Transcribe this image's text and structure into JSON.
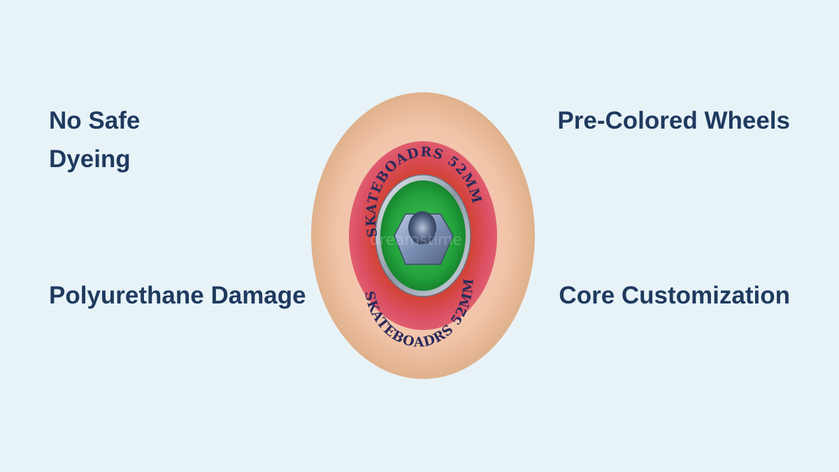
{
  "labels": {
    "top_left": "No Safe Dyeing",
    "top_right": "Pre-Colored Wheels",
    "bottom_left": "Polyurethane Damage",
    "bottom_right": "Core Customization"
  },
  "wheel": {
    "print_text": "SKATEBOADRS 52MM",
    "watermark": "dreamstime"
  },
  "colors": {
    "background": "#e8f3f8",
    "label_text": "#1f3a5f",
    "wheel_outer": "#e7c3a3",
    "wheel_band": "#d94a5c",
    "wheel_core": "#1f9a3a",
    "wheel_print": "#2a2a5a"
  },
  "icons": [
    "skateboard-wheel-icon",
    "hex-nut-icon"
  ]
}
